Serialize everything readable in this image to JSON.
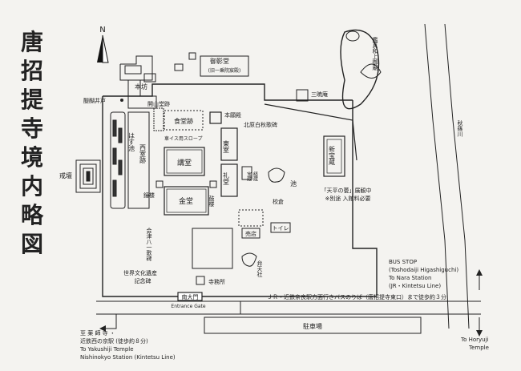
{
  "title_chars": [
    "唐",
    "招",
    "提",
    "寺",
    "境",
    "内",
    "略",
    "図"
  ],
  "north_label": "N",
  "labels": {
    "kaizan_hall": "御影堂",
    "kaizan_hall_sub": "(旧一乗院宸殿)",
    "kaizan_tomb": "鑑真和上御廟",
    "honbo": "本坊",
    "sanpuan": "三暁庵",
    "kaizando": "開山堂跡",
    "jikido": "食堂跡",
    "honganden": "本願殿",
    "kaidan": "戒壇",
    "nishi_muro": "西室跡",
    "hasu_ike": "はす池",
    "kodo": "講堂",
    "higashimuro": "東室",
    "raido": "礼堂",
    "kondo": "金堂",
    "shoro": "鐘楼",
    "korou": "鼓楼",
    "houzo": "宝蔵",
    "kyozo": "経蔵",
    "ike": "池",
    "kosou": "校倉",
    "shinhouzo": "新宝蔵",
    "tempyo": "「天平の甍」展観中",
    "tempyo_sub": "※別途 入館料必要",
    "baiten": "売店",
    "toilet": "トイレ",
    "bentensha": "弁天社",
    "shamusho": "寺務所",
    "nandaimon": "南大門",
    "entrance": "Entrance Gate",
    "heritage": "世界文化遺産",
    "heritage_sub": "記念碑",
    "kitahara": "北原白秋歌碑",
    "aizu": "会津八一歌碑",
    "akikusa": "秋篠川",
    "slope": "車イス用スロープ",
    "myojo": "醍醐井戸",
    "bus_notice": "ＪＲ・近鉄奈良駅方面行きバスのりば（唐招提寺東口）まで徒歩約３分",
    "parking": "駐車場",
    "bus_stop": "BUS STOP",
    "bus_stop_name": "(Toshodaiji Higashiguchi)",
    "to_nara": "To Nara Station",
    "jr_line": "(JR・Kintetsu Line)",
    "to_horyuji": "To Horyuji",
    "temple": "Temple",
    "yakushiji_jp": "至 薬 師 寺 ・",
    "nishinokyo_jp": "近鉄西の京駅 (徒歩約８分)",
    "to_yakushiji": "To Yakushiji Temple",
    "nishinokyo_en": "Nishinokyo Station (Kintetsu Line)"
  }
}
